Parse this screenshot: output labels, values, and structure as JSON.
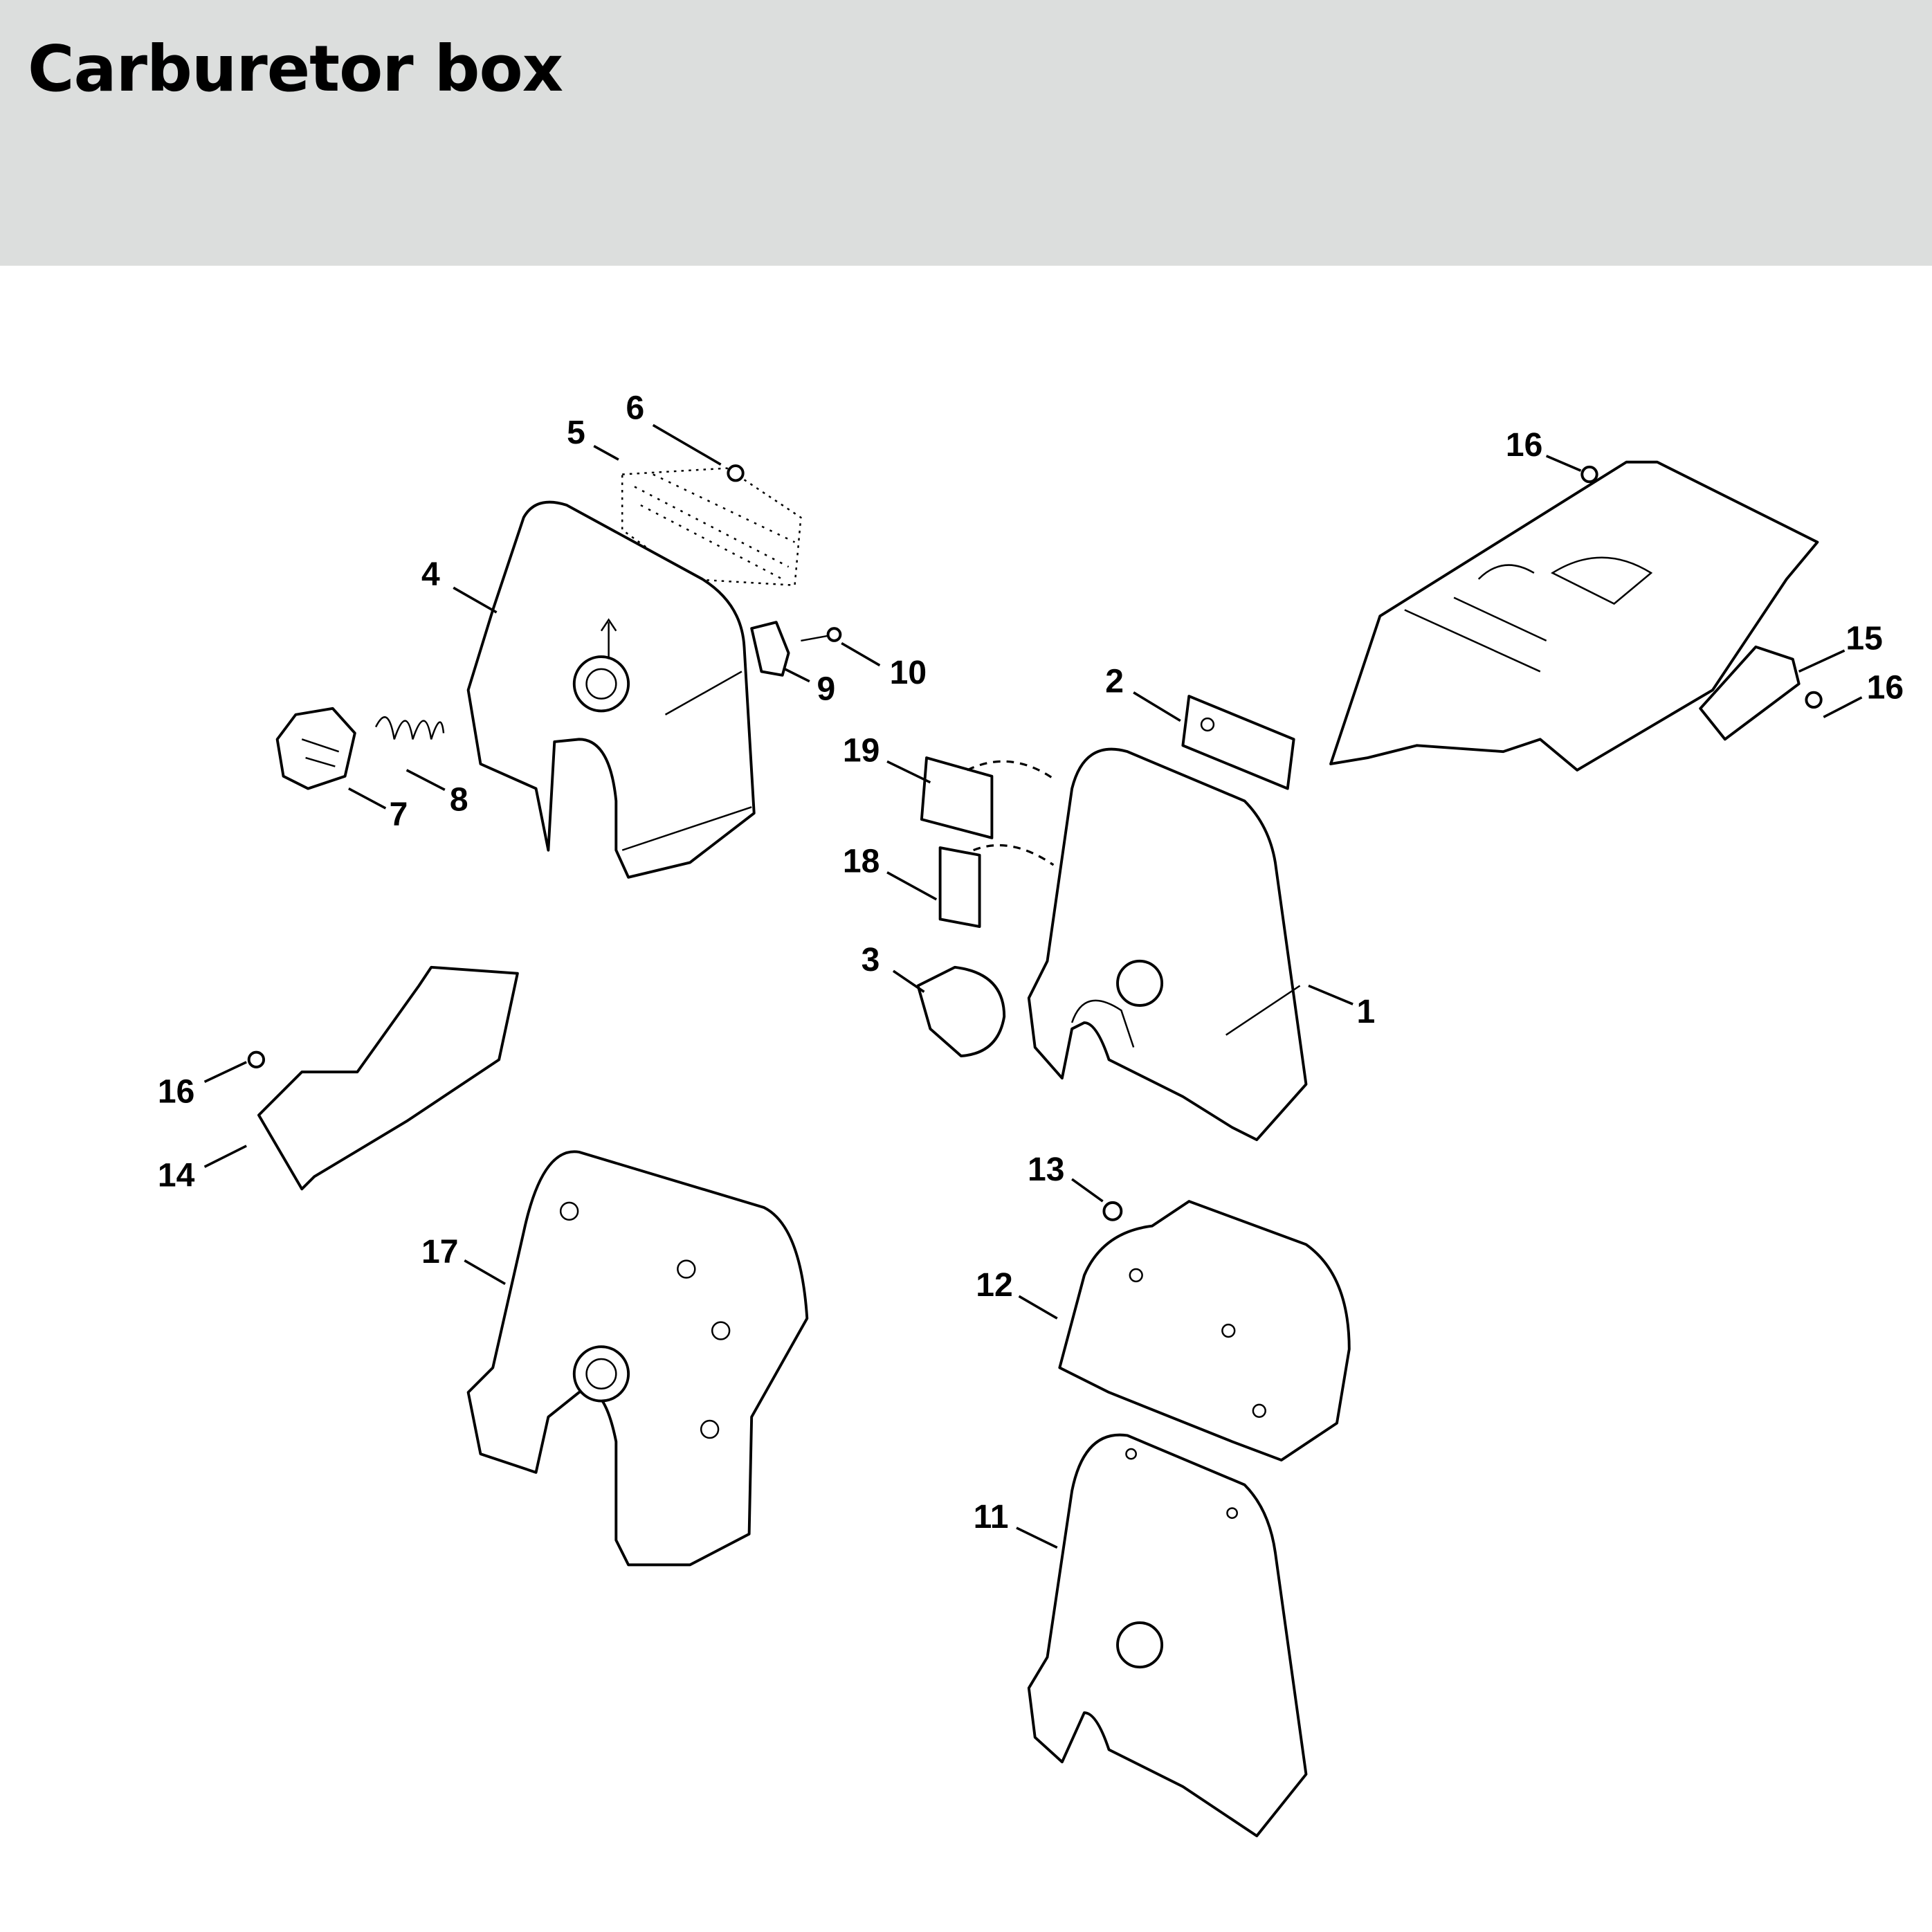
{
  "header": {
    "title": "Carburetor box"
  },
  "diagram": {
    "callouts": {
      "p1": "1",
      "p2": "2",
      "p3": "3",
      "p4": "4",
      "p5": "5",
      "p6": "6",
      "p7": "7",
      "p8": "8",
      "p9": "9",
      "p10": "10",
      "p11": "11",
      "p12": "12",
      "p13": "13",
      "p14": "14",
      "p15": "15",
      "p16a": "16",
      "p16b": "16",
      "p16c": "16",
      "p17": "17",
      "p18": "18",
      "p19": "19"
    },
    "colors": {
      "header_bg": "#dcdedd",
      "line": "#000000"
    }
  }
}
